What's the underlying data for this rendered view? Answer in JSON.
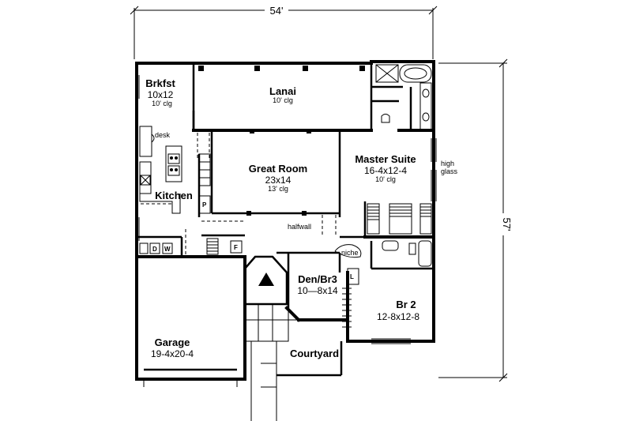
{
  "dimensions": {
    "width": "54'",
    "depth": "57'"
  },
  "rooms": {
    "brkfst": {
      "name": "Brkfst",
      "size": "10x12",
      "ceiling": "10' clg"
    },
    "lanai": {
      "name": "Lanai",
      "ceiling": "10' clg"
    },
    "great_room": {
      "name": "Great Room",
      "size": "23x14",
      "ceiling": "13' clg"
    },
    "master_suite": {
      "name": "Master Suite",
      "size": "16-4x12-4",
      "ceiling": "10' clg"
    },
    "kitchen": {
      "name": "Kitchen"
    },
    "den": {
      "name": "Den/Br3",
      "size": "10—8x14"
    },
    "br2": {
      "name": "Br 2",
      "size": "12-8x12-8"
    },
    "garage": {
      "name": "Garage",
      "size": "19-4x20-4"
    },
    "courtyard": {
      "name": "Courtyard"
    }
  },
  "labels": {
    "desk": "desk",
    "high": "high",
    "glass": "glass",
    "halfwall": "halfwall",
    "niche": "niche",
    "pantry": "P",
    "fireplace": "F",
    "dryer": "D",
    "washer": "W",
    "linen": "L"
  }
}
